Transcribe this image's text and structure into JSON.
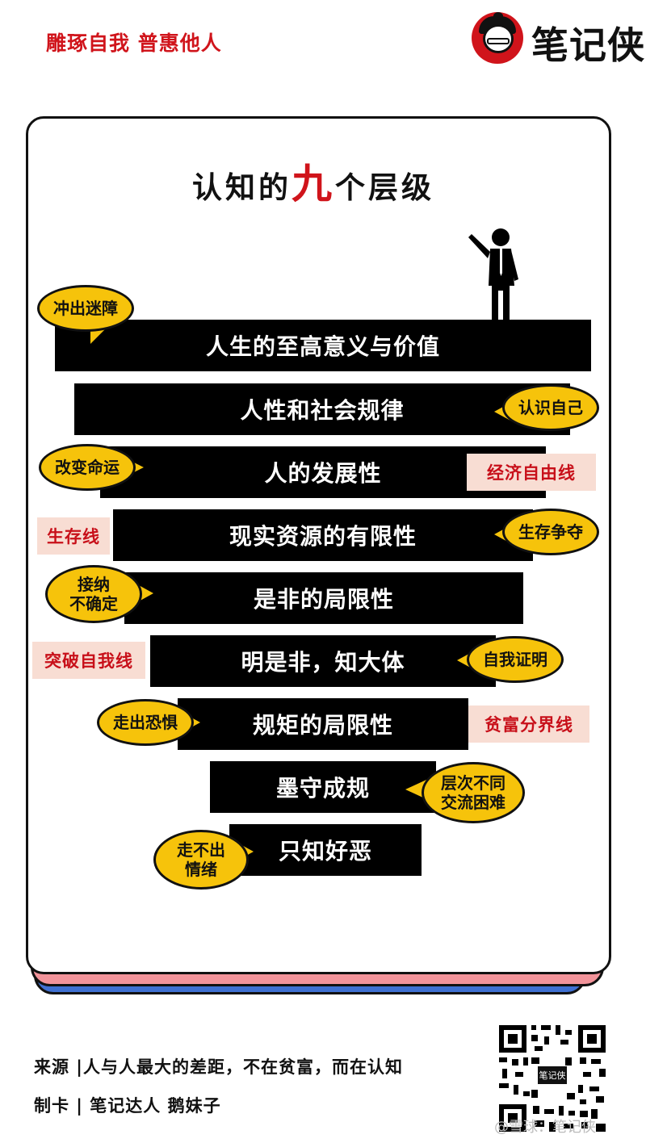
{
  "header": {
    "slogan": "雕琢自我 普惠他人",
    "brand_name": "笔记侠"
  },
  "card": {
    "title_pre": "认知的",
    "title_hl": "九",
    "title_post": "个层级"
  },
  "levels": [
    {
      "label": "人生的至高意义与价值"
    },
    {
      "label": "人性和社会规律"
    },
    {
      "label": "人的发展性"
    },
    {
      "label": "现实资源的有限性"
    },
    {
      "label": "是非的局限性"
    },
    {
      "label": "明是非，知大体"
    },
    {
      "label": "规矩的局限性"
    },
    {
      "label": "墨守成规"
    },
    {
      "label": "只知好恶"
    }
  ],
  "bubbles": {
    "chongchu": "冲出迷障",
    "renshi": "认识自己",
    "gaibian": "改变命运",
    "shengcun": "生存争夺",
    "jiena": "接纳\n不确定",
    "zhengming": "自我证明",
    "kongju": "走出恐惧",
    "cengci": "层次不同\n交流困难",
    "qingxu": "走不出\n情绪"
  },
  "tags": {
    "jingji": "经济自由线",
    "shengcunxian": "生存线",
    "tupo": "突破自我线",
    "pinfu": "贫富分界线"
  },
  "footer": {
    "source": "来源 |人与人最大的差距，不在贫富，而在认知",
    "maker": "制卡 | 笔记达人 鹅妹子",
    "qr_label": "笔记侠",
    "watermark": "@雪球：笔记侠"
  },
  "colors": {
    "brand_red": "#d0141b",
    "bubble_yellow": "#f6c30b",
    "tag_bg": "#f8ddd3",
    "stack_pink": "#f2939a",
    "stack_blue": "#3f70d2"
  },
  "icons": [
    "logo-avatar-icon",
    "standing-man-icon",
    "qr-code-icon"
  ]
}
